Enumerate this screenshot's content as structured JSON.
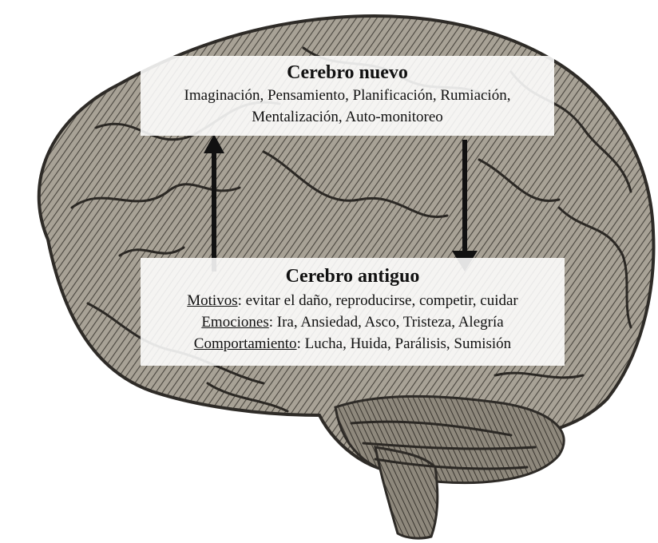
{
  "diagram": {
    "new_brain": {
      "title": "Cerebro nuevo",
      "line1": "Imaginación, Pensamiento, Planificación, Rumiación,",
      "line2": "Mentalización, Auto-monitoreo"
    },
    "old_brain": {
      "title": "Cerebro antiguo",
      "rows": [
        {
          "term": "Motivos",
          "rest": ": evitar el daño, reproducirse, competir, cuidar"
        },
        {
          "term": "Emociones",
          "rest": ": Ira, Ansiedad, Asco, Tristeza, Alegría"
        },
        {
          "term": "Comportamiento",
          "rest": ": Lucha, Huida, Parálisis, Sumisión"
        }
      ]
    },
    "colors": {
      "brain_fill": "#9a9488",
      "brain_dark": "#3f3b35",
      "arrow": "#111111"
    }
  }
}
